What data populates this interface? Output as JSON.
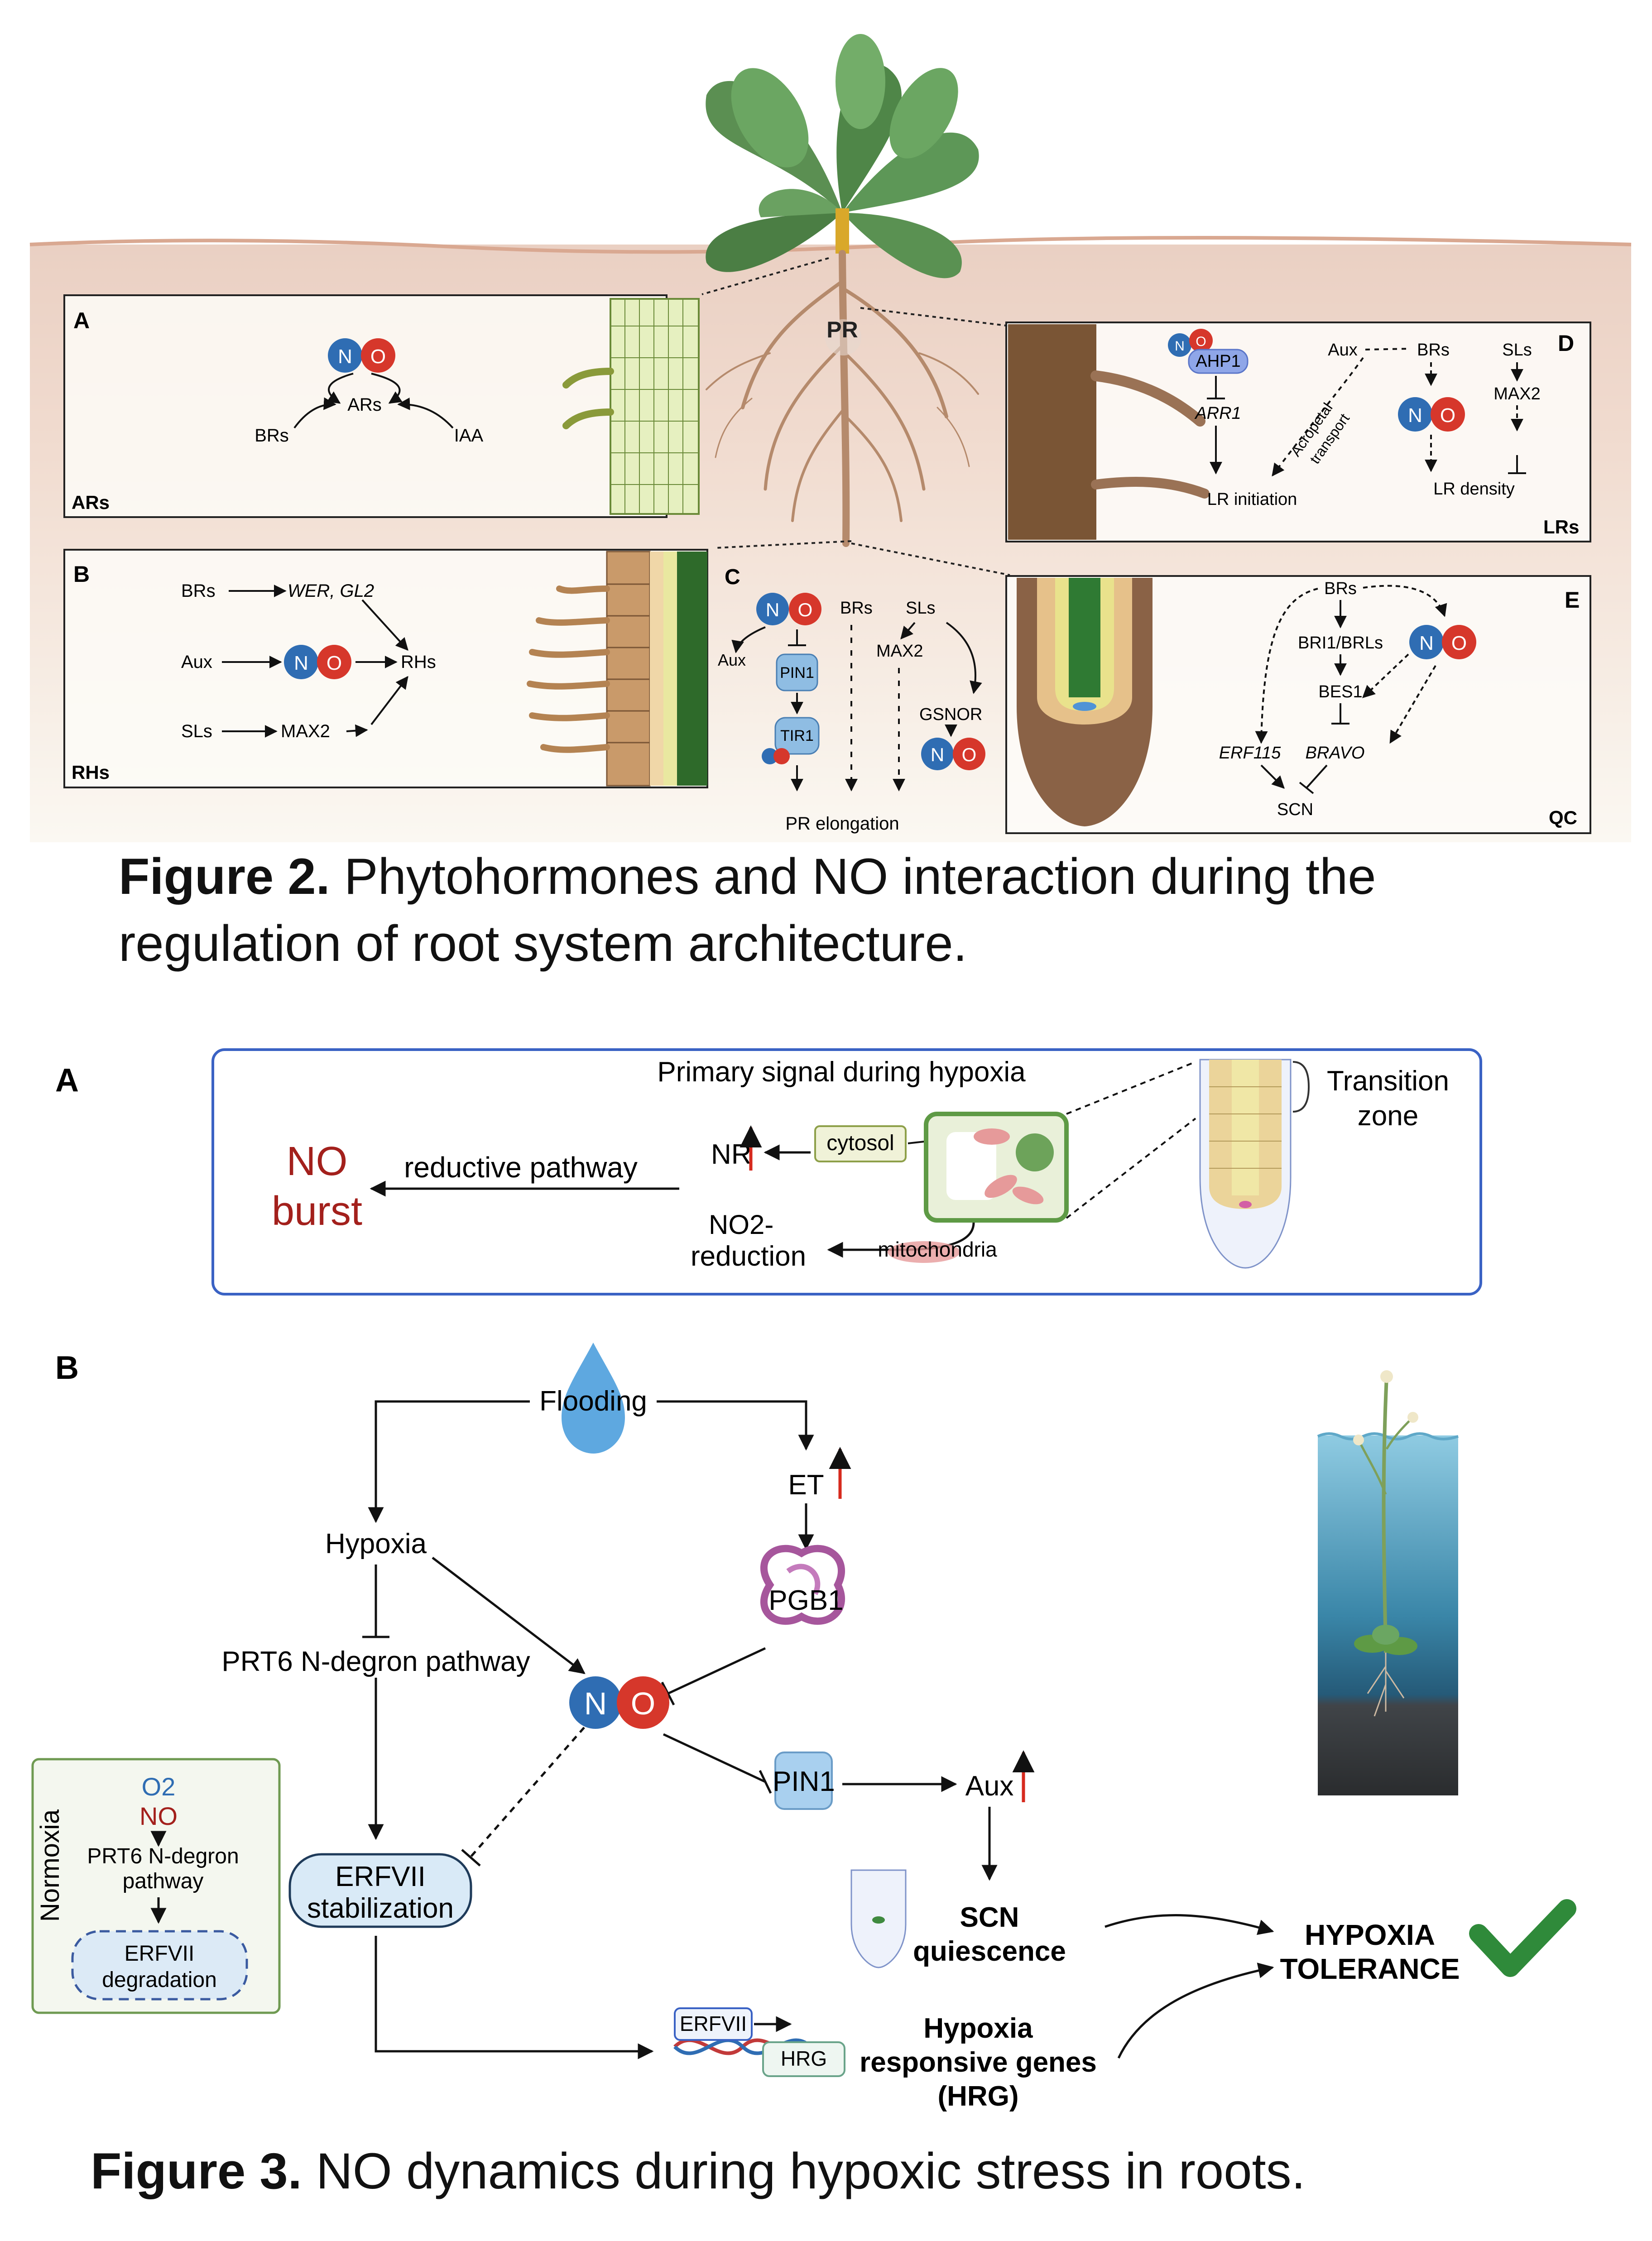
{
  "figure2": {
    "caption_label": "Figure 2.",
    "caption_text": "Phytohormones and NO interaction during the regulation of root system architecture.",
    "center_label": "PR",
    "no_badge": {
      "n": "N",
      "o": "O"
    },
    "panel_a": {
      "letter": "A",
      "corner": "ARs",
      "ars": "ARs",
      "brs": "BRs",
      "iaa": "IAA"
    },
    "panel_b": {
      "letter": "B",
      "corner": "RHs",
      "brs": "BRs",
      "wer": "WER, GL2",
      "aux": "Aux",
      "rhs": "RHs",
      "sls": "SLs",
      "max2": "MAX2"
    },
    "panel_c": {
      "letter": "C",
      "brs": "BRs",
      "sls": "SLs",
      "aux": "Aux",
      "pin1": "PIN1",
      "max2": "MAX2",
      "gsnor": "GSNOR",
      "tir1": "TIR1",
      "pr_elong": "PR elongation"
    },
    "panel_d": {
      "letter": "D",
      "corner": "LRs",
      "ahp1": "AHP1",
      "arr1": "ARR1",
      "aux": "Aux",
      "brs": "BRs",
      "sls": "SLs",
      "max2": "MAX2",
      "acro1": "Acropetal",
      "acro2": "transport",
      "lr_init": "LR initiation",
      "lr_dens": "LR density"
    },
    "panel_e": {
      "letter": "E",
      "corner": "QC",
      "brs": "BRs",
      "bri1": "BRI1/BRLs",
      "bes1": "BES1",
      "erf115": "ERF115",
      "bravo": "BRAVO",
      "scn": "SCN"
    }
  },
  "figure3": {
    "caption_label": "Figure 3.",
    "caption_text": "NO dynamics during hypoxic stress in roots.",
    "panel_a": {
      "letter": "A",
      "title": "Primary signal during hypoxia",
      "no_burst_1": "NO",
      "no_burst_2": "burst",
      "reductive": "reductive pathway",
      "nr": "NR",
      "cytosol": "cytosol",
      "no2": "NO2-",
      "reduction": "reduction",
      "mito": "mitochondria",
      "tz1": "Transition",
      "tz2": "zone"
    },
    "panel_b": {
      "letter": "B",
      "flooding": "Flooding",
      "et": "ET",
      "hypoxia": "Hypoxia",
      "pgb1": "PGB1",
      "prt6": "PRT6 N-degron pathway",
      "pin1": "PIN1",
      "aux": "Aux",
      "erfvii_stab_1": "ERFVII",
      "erfvii_stab_2": "stabilization",
      "normoxia": "Normoxia",
      "o2": "O2",
      "no": "NO",
      "prt6_n_1": "PRT6 N-degron",
      "prt6_n_2": "pathway",
      "erfvii_deg_1": "ERFVII",
      "erfvii_deg_2": "degradation",
      "scn_1": "SCN",
      "scn_2": "quiescence",
      "erfvii": "ERFVII",
      "hrg": "HRG",
      "hrg_1": "Hypoxia",
      "hrg_2": "responsive genes",
      "hrg_3": "(HRG)",
      "tol_1": "HYPOXIA",
      "tol_2": "TOLERANCE"
    }
  },
  "colors": {
    "n_blue": "#2f6db3",
    "o_red": "#d6372b",
    "up_arrow_red": "#d62a1e",
    "no_burst_red": "#a3201c",
    "panel_border_blue": "#3a62c4",
    "check_green": "#2f8a3a",
    "normoxia_green": "#6f9a52"
  }
}
